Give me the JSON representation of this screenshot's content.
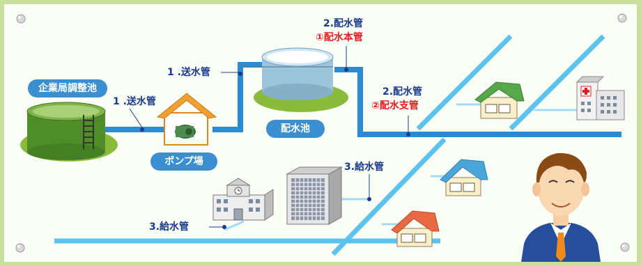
{
  "colors": {
    "pipe": "#2b8fd4",
    "pipe_light": "#7fcdf3",
    "label_navy": "#1a3a8c",
    "label_red": "#e01e1e",
    "pill": "#3a8fd0",
    "board": "#dfeec8",
    "border": "#b7d27e"
  },
  "labels": {
    "reservoir": "企業局調整池",
    "transmission_left": "1 .送水管",
    "transmission_top": "1 .送水管",
    "pump_station": "ポンプ場",
    "distribution_reservoir": "配水池",
    "distribution_main_title": "2.配水管",
    "distribution_main_sub": "①配水本管",
    "distribution_branch_title": "2.配水管",
    "distribution_branch_sub": "②配水支管",
    "service_pipe_center": "3.給水管",
    "service_pipe_left": "3.給水管"
  },
  "icons": [
    "reservoir-tank-icon",
    "pump-house-icon",
    "distribution-tank-icon",
    "house-icon",
    "hospital-icon",
    "school-icon",
    "office-building-icon",
    "person-icon",
    "screw-icon"
  ]
}
